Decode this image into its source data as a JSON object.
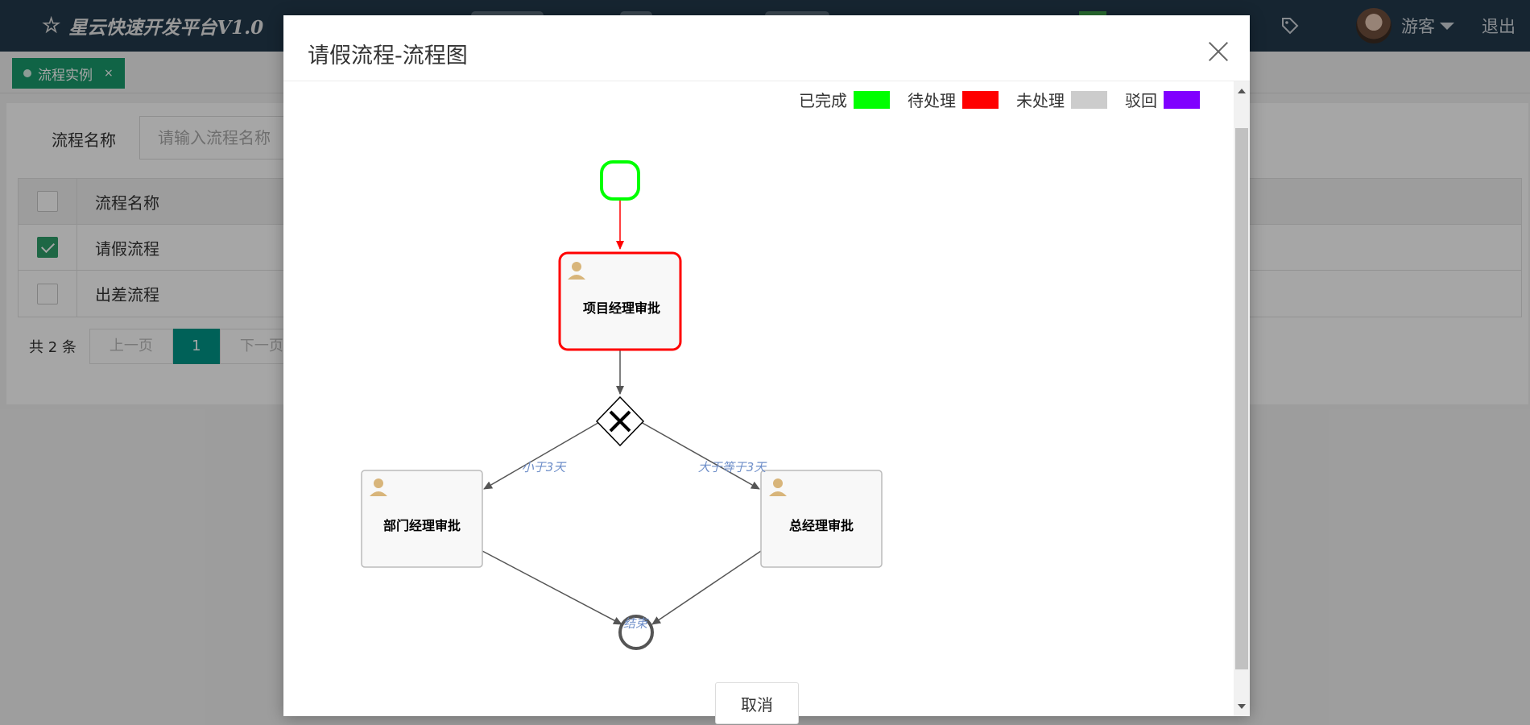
{
  "app": {
    "title": "星云快速开发平台V1.0",
    "user_name": "游客",
    "logout": "退出"
  },
  "tabs": [
    {
      "label": "流程实例"
    }
  ],
  "filter": {
    "label": "流程名称",
    "placeholder": "请输入流程名称"
  },
  "table": {
    "header": "流程名称",
    "rows": [
      {
        "name": "请假流程",
        "checked": true
      },
      {
        "name": "出差流程",
        "checked": false
      }
    ]
  },
  "pager": {
    "total": "共 2 条",
    "prev": "上一页",
    "current": "1",
    "next": "下一页"
  },
  "modal": {
    "title": "请假流程-流程图",
    "cancel": "取消",
    "legend": [
      {
        "label": "已完成",
        "color": "#00ff00"
      },
      {
        "label": "待处理",
        "color": "#ff0000"
      },
      {
        "label": "未处理",
        "color": "#cccccc"
      },
      {
        "label": "驳回",
        "color": "#8000ff"
      }
    ],
    "diagram": {
      "tasks": {
        "pm": "项目经理审批",
        "dept": "部门经理审批",
        "gm": "总经理审批"
      },
      "flows": {
        "less3": "小于3天",
        "gte3": "大于等于3天",
        "end": "结束"
      }
    }
  }
}
